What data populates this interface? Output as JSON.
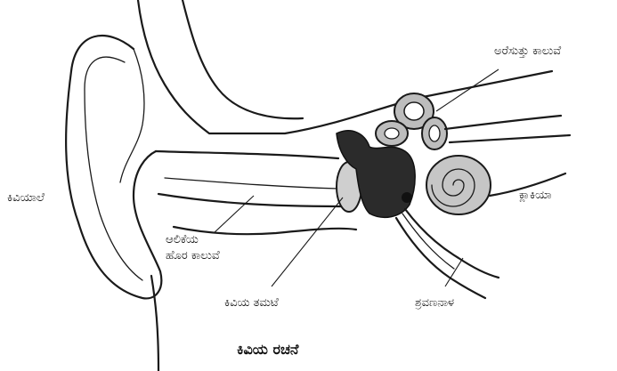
{
  "labels": {
    "semicircular_canals": "ಅರೆಸುತ್ತು ಕಾಲುವೆ",
    "pinna": "ಕಿವಿಯಾಲೆ",
    "cochlea": "ಕ್ಲಾಕಿಯಾ",
    "ear_canal_line1": "ಆಲಿಕೆಯ",
    "ear_canal_line2": "ಹೊರ ಕಾಲುವೆ",
    "eardrum": "ಕಿವಿಯ ತಮಟೆ",
    "auditory_nerve": "ಶ್ರವಣನಾಳ"
  },
  "caption": "ಕಿವಿಯ ರಚನೆ"
}
